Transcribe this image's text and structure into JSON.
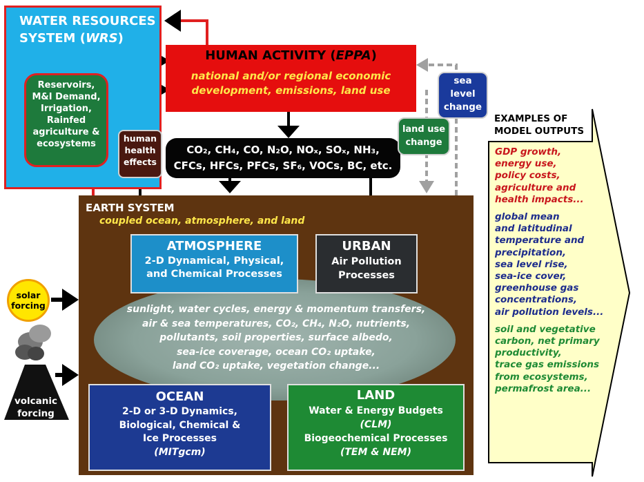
{
  "wrs": {
    "title_line1": "WATER RESOURCES",
    "title_line2a": "SYSTEM (",
    "title_line2b": "WRS",
    "title_line2c": ")"
  },
  "reservoirs": {
    "lines": [
      "Reservoirs,",
      "M&I Demand,",
      "Irrigation,",
      "Rainfed",
      "agriculture &",
      "ecosystems"
    ]
  },
  "human_health": {
    "lines": [
      "human",
      "health",
      "effects"
    ]
  },
  "human_activity": {
    "title": "HUMAN ACTIVITY (",
    "title_abbrev": "EPPA",
    "title_close": ")",
    "subtitle_line1": "national and/or regional economic",
    "subtitle_line2": "development, emissions, land use"
  },
  "emissions": {
    "line1": "CO₂, CH₄, CO, N₂O, NOₓ, SOₓ, NH₃,",
    "line2": "CFCs, HFCs, PFCs, SF₆, VOCs, BC, etc."
  },
  "sea_level": {
    "lines": [
      "sea",
      "level",
      "change"
    ]
  },
  "land_use": {
    "lines": [
      "land use",
      "change"
    ]
  },
  "earth": {
    "title": "EARTH SYSTEM",
    "subtitle": "coupled ocean, atmosphere, and land"
  },
  "atmosphere": {
    "title": "ATMOSPHERE",
    "lines": [
      "2-D Dynamical, Physical,",
      "and Chemical Processes"
    ]
  },
  "urban": {
    "title": "URBAN",
    "lines": [
      "Air Pollution",
      "Processes"
    ]
  },
  "middle_text": [
    "sunlight, water cycles, energy & momentum transfers,",
    "air & sea temperatures, CO₂, CH₄, N₂O, nutrients,",
    "pollutants, soil properties, surface albedo,",
    "sea-ice coverage, ocean CO₂ uptake,",
    "land CO₂ uptake, vegetation change..."
  ],
  "ocean": {
    "title": "OCEAN",
    "lines": [
      "2-D or 3-D Dynamics,",
      "Biological, Chemical &",
      "Ice Processes",
      "(MITgcm)"
    ]
  },
  "land": {
    "title": "LAND",
    "lines": [
      "Water & Energy Budgets",
      "(CLM)",
      "Biogeochemical Processes",
      "(TEM & NEM)"
    ]
  },
  "examples": {
    "title_line1": "EXAMPLES OF",
    "title_line2": "MODEL OUTPUTS",
    "red": [
      "GDP growth,",
      "energy use,",
      "policy costs,",
      "agriculture and",
      "health impacts..."
    ],
    "blue": [
      "global mean",
      "and latitudinal",
      "temperature and",
      "precipitation,",
      "sea level rise,",
      "sea-ice cover,",
      "greenhouse gas",
      "concentrations,",
      "air pollution levels..."
    ],
    "green": [
      "soil  and vegetative",
      "carbon, net primary",
      "productivity,",
      "trace gas emissions",
      "from ecosystems,",
      "permafrost area..."
    ]
  },
  "solar": {
    "lines": [
      "solar",
      "forcing"
    ]
  },
  "volcanic": {
    "lines": [
      "volcanic",
      "forcing"
    ]
  },
  "colors": {
    "wrs_blue": "#20b0e8",
    "human_red": "#e50e0e",
    "earth_brown": "#5e3410",
    "atmosphere_blue": "#1d8fc9",
    "ocean_blue": "#1d3a92",
    "land_green": "#1e8a34",
    "example_panel": "#ffffc8"
  }
}
